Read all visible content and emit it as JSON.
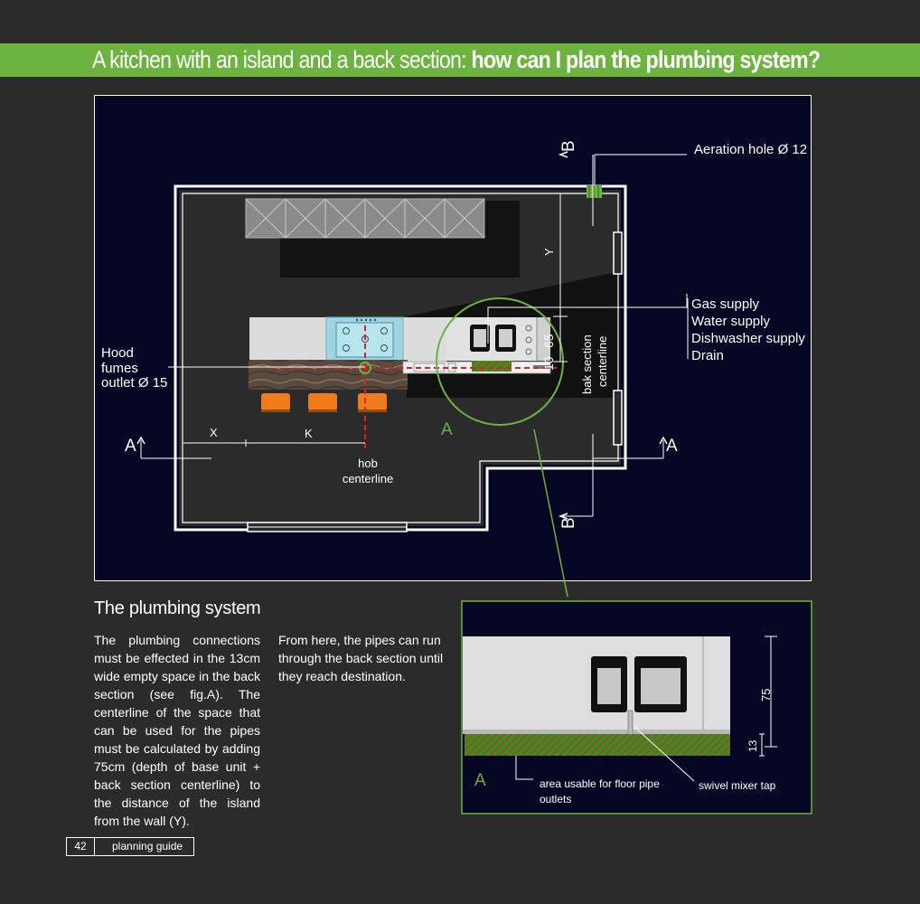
{
  "banner": {
    "title_normal": "A kitchen with an island and a back section: ",
    "title_bold": "how can I plan the plumbing system?"
  },
  "plan": {
    "aeration_label": "Aeration hole Ø 12",
    "supply_labels": [
      "Gas supply",
      "Water supply",
      "Dishwasher supply",
      "Drain"
    ],
    "hood_label_lines": [
      "Hood",
      "fumes",
      "outlet  Ø 15"
    ],
    "section_a": "A",
    "section_b": "B",
    "dim_x": "X",
    "dim_k": "K",
    "dim_y": "Y",
    "dim_65": "65",
    "dim_10": "10",
    "hob_centerline_lines": [
      "hob",
      "centerline"
    ],
    "bak_centerline_lines": [
      "bak section",
      "centerline"
    ],
    "detail_ref": "A"
  },
  "detail": {
    "dim_75": "75",
    "dim_13": "13",
    "label_a": "A",
    "floor_usable_lines": [
      "area usable for floor pipe",
      "outlets"
    ],
    "swivel_label": "swivel mixer tap"
  },
  "text": {
    "section_title": "The plumbing system",
    "col1": "The plumbing connections must be effected in the 13cm wide empty space in the back section  (see fig.A). The centerline of the space that can be used for the pipes must be calculated by adding 75cm (depth of base unit + back section centerline) to the distance of the island from the wall (Y).",
    "col2": "From here, the pipes can run through the back section until they reach destination."
  },
  "footer": {
    "page_number": "42",
    "label": "planning guide"
  },
  "colors": {
    "accent_green": "#6db33f",
    "page_background": "#2b2b2b",
    "plan_background": "#050524",
    "stool_orange": "#f07b1a",
    "centerline_red": "#e02020"
  }
}
